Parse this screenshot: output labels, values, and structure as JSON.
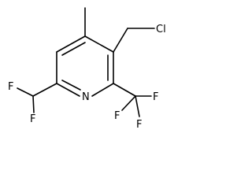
{
  "molecule": {
    "atoms": {
      "ring_nitrogen": "N",
      "chlorine": "Cl",
      "fluorine_chf2_upper": "F",
      "fluorine_chf2_lower": "F",
      "fluorine_cf3_left": "F",
      "fluorine_cf3_right": "F",
      "fluorine_cf3_bottom": "F"
    },
    "colors": {
      "bond": "#000000",
      "label": "#000000",
      "background": "#ffffff"
    }
  }
}
